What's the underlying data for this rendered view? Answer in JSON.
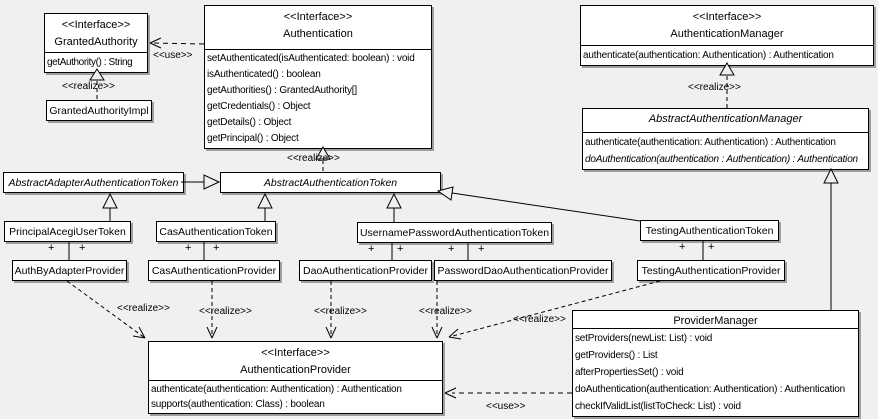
{
  "classes": {
    "grantedAuthority": {
      "stereotype": "<<Interface>>",
      "name": "GrantedAuthority",
      "methods": [
        "getAuthority() : String"
      ]
    },
    "grantedAuthorityImpl": {
      "name": "GrantedAuthorityImpl"
    },
    "authentication": {
      "stereotype": "<<Interface>>",
      "name": "Authentication",
      "methods": [
        "setAuthenticated(isAuthenticated: boolean) : void",
        "isAuthenticated() : boolean",
        "getAuthorities() : GrantedAuthority[]",
        "getCredentials() : Object",
        "getDetails() : Object",
        "getPrincipal() : Object"
      ]
    },
    "authenticationManager": {
      "stereotype": "<<Interface>>",
      "name": "AuthenticationManager",
      "methods": [
        "authenticate(authentication: Authentication) : Authentication"
      ]
    },
    "abstractAuthenticationManager": {
      "name": "AbstractAuthenticationManager",
      "methods": [
        "authenticate(authentication: Authentication) : Authentication",
        "doAuthentication(authentication : Authentication) : Authentication"
      ]
    },
    "abstractAdapterAuthenticationToken": {
      "name": "AbstractAdapterAuthenticationToken"
    },
    "abstractAuthenticationToken": {
      "name": "AbstractAuthenticationToken"
    },
    "principalAcegiUserToken": {
      "name": "PrincipalAcegiUserToken"
    },
    "casAuthenticationToken": {
      "name": "CasAuthenticationToken"
    },
    "usernamePasswordAuthenticationToken": {
      "name": "UsernamePasswordAuthenticationToken"
    },
    "testingAuthenticationToken": {
      "name": "TestingAuthenticationToken"
    },
    "authByAdapterProvider": {
      "name": "AuthByAdapterProvider"
    },
    "casAuthenticationProvider": {
      "name": "CasAuthenticationProvider"
    },
    "daoAuthenticationProvider": {
      "name": "DaoAuthenticationProvider"
    },
    "passwordDaoAuthenticationProvider": {
      "name": "PasswordDaoAuthenticationProvider"
    },
    "testingAuthenticationProvider": {
      "name": "TestingAuthenticationProvider"
    },
    "authenticationProvider": {
      "stereotype": "<<Interface>>",
      "name": "AuthenticationProvider",
      "methods": [
        "authenticate(authentication: Authentication) : Authentication",
        "supports(authentication: Class) : boolean"
      ]
    },
    "providerManager": {
      "name": "ProviderManager",
      "methods": [
        "setProviders(newList: List) : void",
        "getProviders() : List",
        "afterPropertiesSet() : void",
        "doAuthentication(authentication: Authentication) : Authentication",
        "checkIfValidList(listToCheck: List) : void"
      ]
    }
  },
  "labels": {
    "use": "<<use>>",
    "realize": "<<realize>>",
    "plus": "+"
  },
  "colors": {
    "background": "#f0f0f0",
    "box_fill": "#ffffff",
    "line": "#000000",
    "shadow": "#9e9e9e"
  }
}
